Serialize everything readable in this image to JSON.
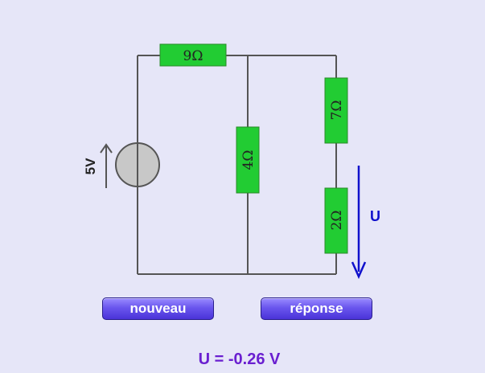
{
  "circuit": {
    "source_label": "5V",
    "voltage_arrow_label": "U",
    "resistors": {
      "top": "9Ω",
      "middle": "4Ω",
      "right_upper": "7Ω",
      "right_lower": "2Ω"
    }
  },
  "controls": {
    "new_label": "nouveau",
    "answer_label": "réponse"
  },
  "result": {
    "text": "U = -0.26 V"
  },
  "colors": {
    "background": "#e6e6f8",
    "wire": "#555555",
    "resistor_fill": "#22cc33",
    "source_fill": "#c8c8c8",
    "arrow_blue": "#1010cc",
    "result_purple": "#6a1fd0",
    "button": "#5a44e6"
  }
}
